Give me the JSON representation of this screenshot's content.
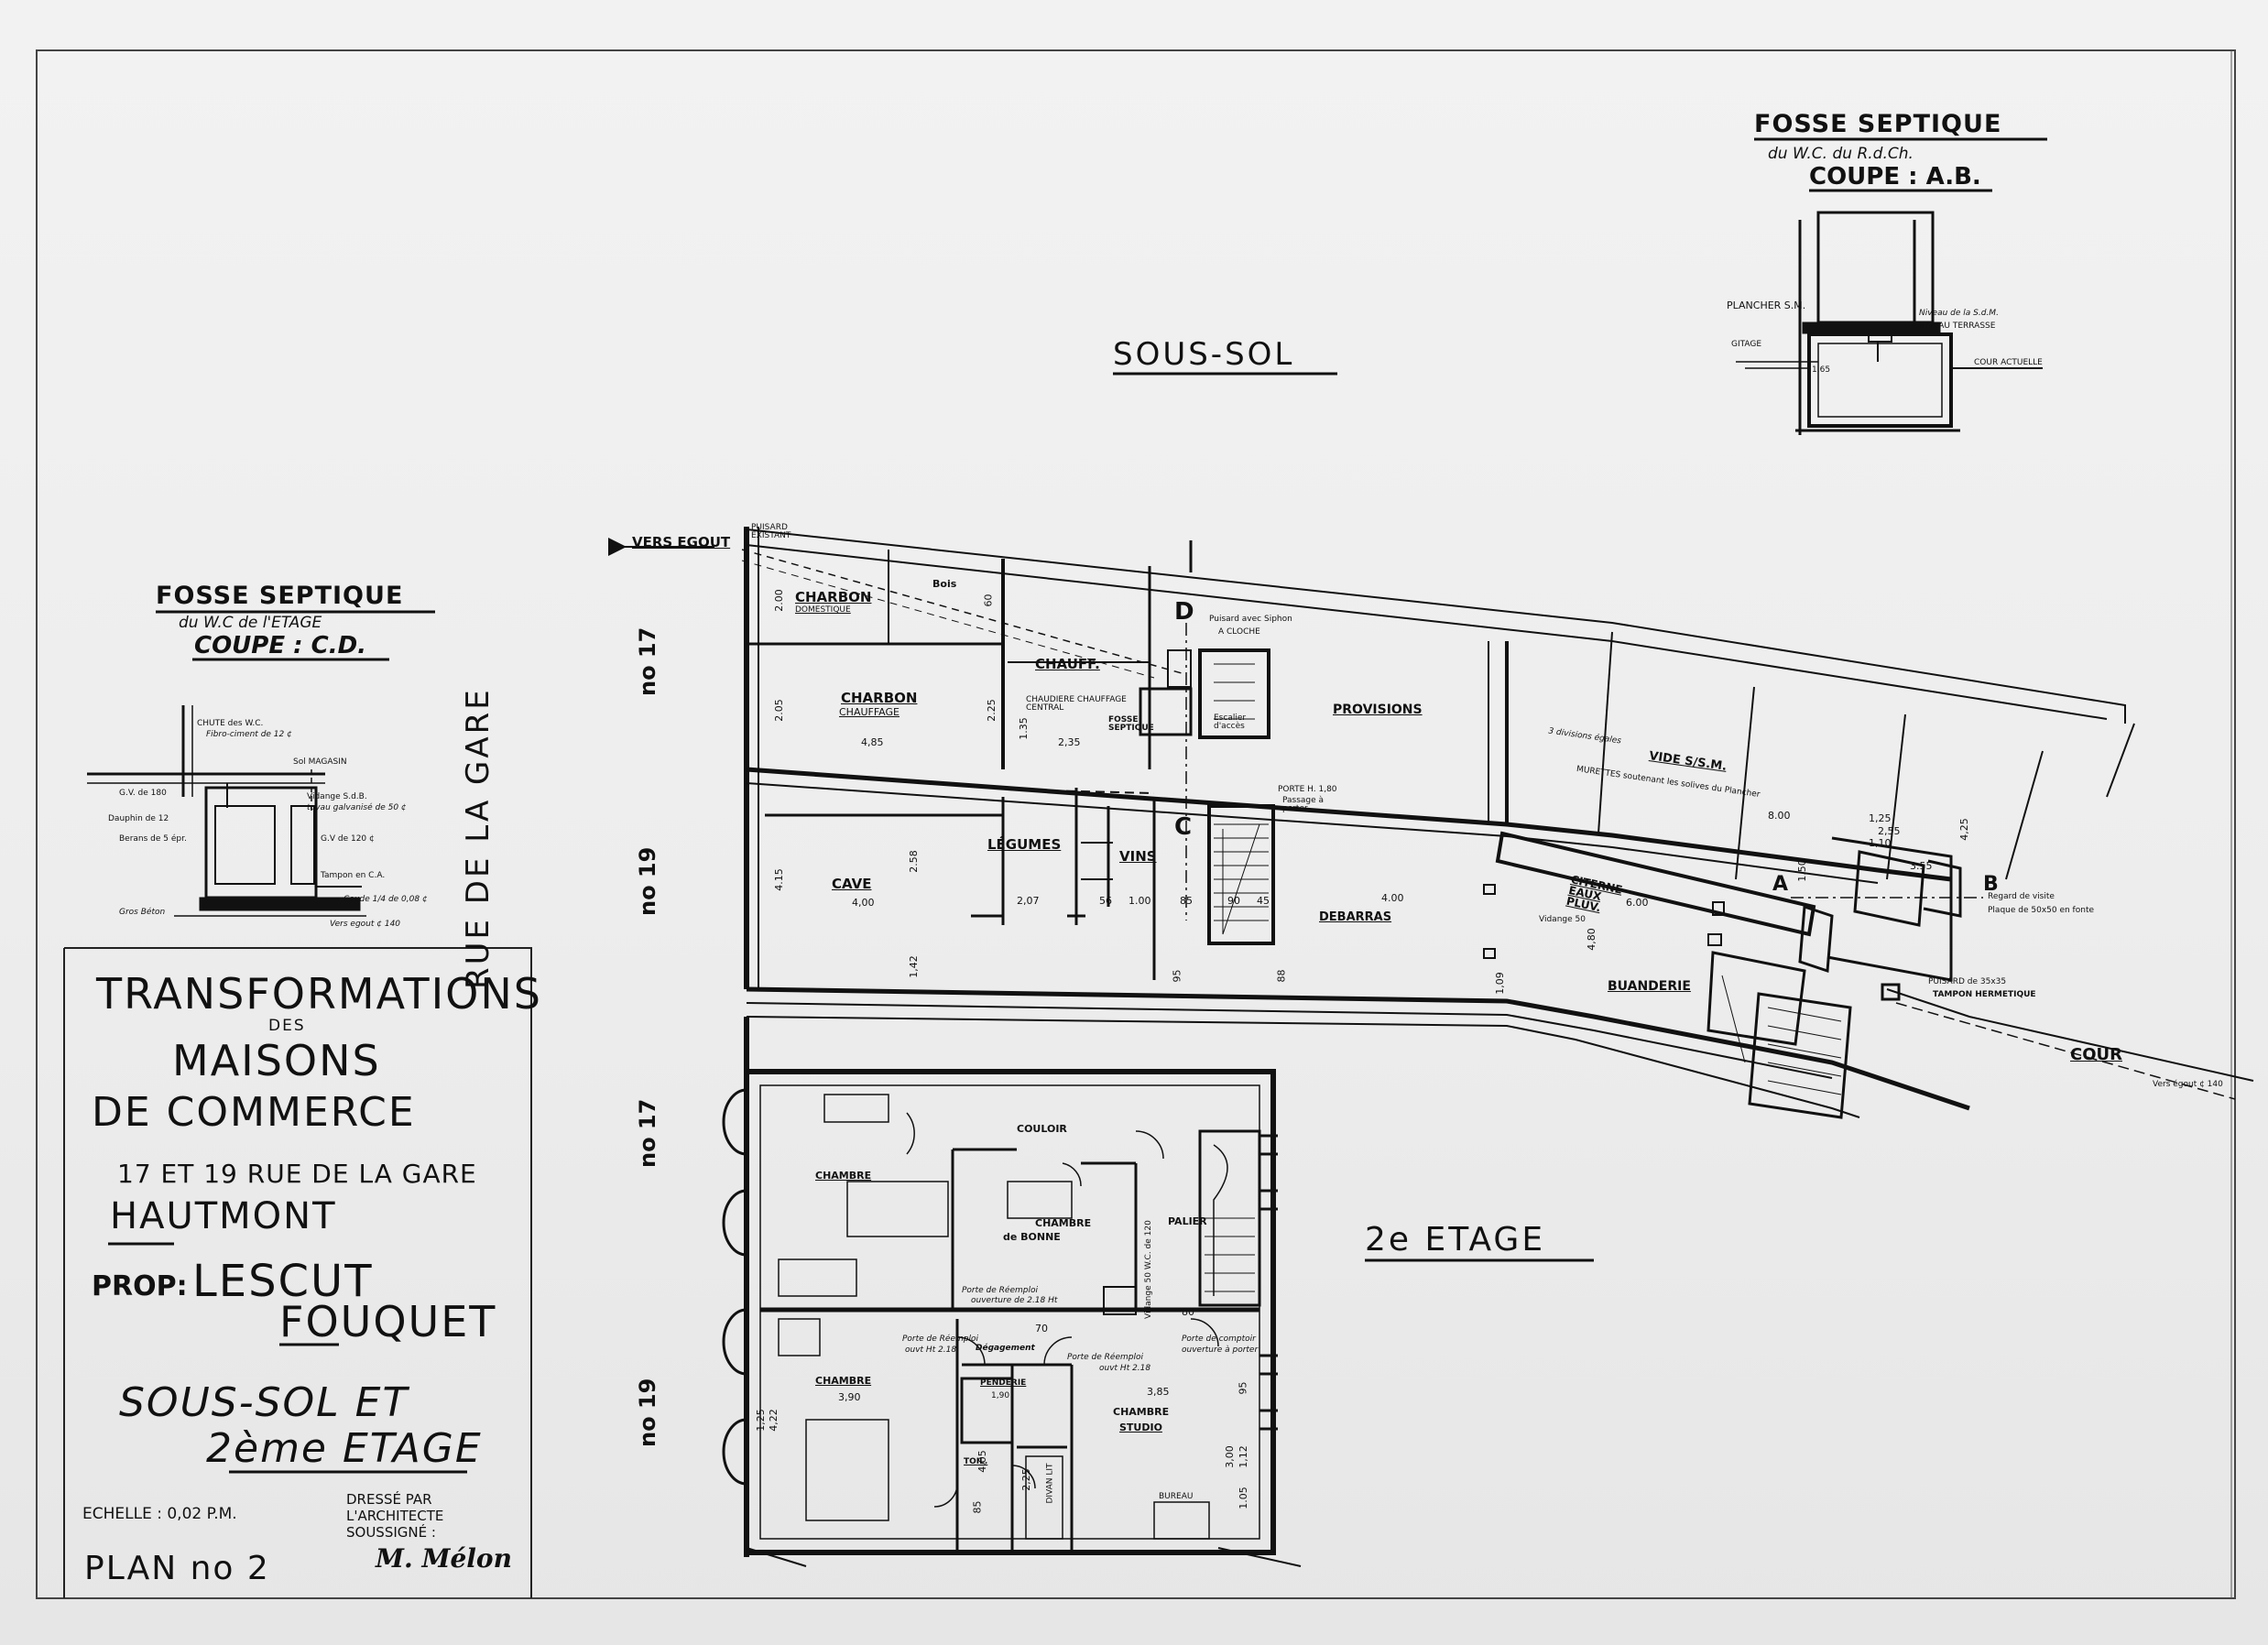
{
  "title_block": {
    "line1": "TRANSFORMATIONS",
    "line2": "DES",
    "line3": "MAISONS",
    "line4": "DE COMMERCE",
    "address": "17 ET 19 RUE DE LA GARE",
    "city": "HAUTMONT",
    "prop_label": "PROP:",
    "owner1": "LESCUT",
    "owner2": "FOUQUET",
    "sheet_title1": "SOUS-SOL ET",
    "sheet_title2": "2ème ETAGE",
    "scale": "ECHELLE : 0,02 P.M.",
    "drawn_by1": "DRESSÉ PAR",
    "drawn_by2": "L'ARCHITECTE",
    "drawn_by3": "SOUSSIGNÉ :",
    "signature": "M. Mélon",
    "plan_no": "PLAN no 2"
  },
  "sections": {
    "sous_sol": "SOUS-SOL",
    "etage": "2e ETAGE"
  },
  "street": {
    "name": "RUE DE LA GARE",
    "no17_a": "no 17",
    "no19_a": "no 19",
    "no17_b": "no 17",
    "no19_b": "no 19",
    "egout": "VERS EGOUT",
    "puisard": "PUISARD EXISTANT",
    "cour": "COUR"
  },
  "fosse_ab": {
    "title": "FOSSE SEPTIQUE",
    "sub": "du W.C. du R.d.Ch.",
    "coupe": "COUPE : A.B.",
    "plancher": "PLANCHER S.M.",
    "niveau": "Niveau de la S.d.M.",
    "terrasse": "NIVEAU TERRASSE",
    "gitage": "GITAGE",
    "cour": "COUR ACTUELLE",
    "dim": "1.65"
  },
  "fosse_cd": {
    "title": "FOSSE SEPTIQUE",
    "sub": "du W.C de l'ETAGE",
    "coupe": "COUPE : C.D.",
    "chute": "CHUTE des W.C.",
    "chute2": "Fibro-ciment de 12 ¢",
    "sol": "Sol MAGASIN",
    "gv": "G.V. de 180",
    "vidange": "Vidange S.d.B.",
    "tuyau": "tuyau galvanisé de 50 ¢",
    "dauphin": "Dauphin de 12",
    "berans": "Berans de 5 épr.",
    "gv2": "G.V de 120 ¢",
    "tampon": "Tampon en C.A.",
    "coude": "Coude 1/4 de 0,08 ¢",
    "egout": "Vers egout ¢ 140",
    "beton": "Gros Béton"
  },
  "rooms_ss": {
    "charbon_dom": "CHARBON",
    "charbon_dom2": "DOMESTIQUE",
    "bois": "Bois",
    "charbon_ch": "CHARBON",
    "charbon_ch2": "CHAUFFAGE",
    "chauff": "CHAUFF.",
    "chaudiere": "CHAUDIERE CHAUFFAGE CENTRAL",
    "fosse": "FOSSE SEPTIQUE",
    "escalier": "Escalier d'accès",
    "provisions": "PROVISIONS",
    "cave": "CAVE",
    "legumes": "LÉGUMES",
    "vins": "VINS",
    "debarras": "DEBARRAS",
    "divisions": "3 divisions égales",
    "vide": "VIDE S/S.M.",
    "murettes": "MURETTES soutenant les solives du Plancher",
    "citerne": "CITERNE EAUX PLUV.",
    "buanderie": "BUANDERIE",
    "puisard_siphon": "Puisard avec Siphon",
    "a_cloche": "A CLOCHE",
    "porte": "PORTE H. 1,80",
    "passage": "Passage à porter",
    "regard": "Regard de visite",
    "plaque": "Plaque de 50x50 en fonte",
    "puisard2": "PUISARD de 35x35",
    "tampon": "TAMPON HERMETIQUE",
    "vidange": "Vidange 50",
    "vers_egout": "Vers égout ¢ 140",
    "d_label": "D",
    "c_label": "C",
    "a_label": "A",
    "b_label": "B"
  },
  "dims_ss": {
    "d200": "2.00",
    "d205": "2.05",
    "d225": "2.25",
    "d135": "1.35",
    "d485": "4,85",
    "d235": "2,35",
    "d400": "4,00",
    "d207": "2,07",
    "d100": "1.00",
    "d400b": "4.00",
    "d415": "4.15",
    "d258": "2.58",
    "d142": "1,42",
    "d600": "6.00",
    "d800": "8.00",
    "d125": "1,25",
    "d255": "2,55",
    "d110": "1,10",
    "d425": "4,25",
    "d95": "95",
    "d88": "88",
    "d90": "90",
    "d56": "56",
    "d85": "85",
    "d60": "60",
    "d45": "45",
    "d109": "1,09",
    "d480": "4,80",
    "d355": "3.55",
    "d150": "1.50"
  },
  "rooms_et": {
    "couloir": "COULOIR",
    "chambre1": "CHAMBRE",
    "chambre_bonne": "CHAMBRE",
    "chambre_bonne2": "de BONNE",
    "palier": "PALIER",
    "chambre2": "CHAMBRE",
    "chambre2_dim": "3,90",
    "degagement": "Dégagement",
    "penderie": "PENDERIE",
    "penderie_dim": "1,90",
    "chambre3": "CHAMBRE",
    "studio": "STUDIO",
    "studio_dim": "3,85",
    "toil": "TOIL.",
    "divan": "DIVAN LIT",
    "bureau": "BUREAU",
    "porte1": "Porte de Réemploi",
    "porte1b": "ouverture de 2.18 Ht",
    "porte2": "Porte de Réemploi",
    "porte2b": "ouvt Ht 2.18",
    "porte3": "Porte de Réemploi",
    "porte3b": "ouvt Ht 2.18",
    "porte4": "Porte de comptoir",
    "porte4b": "ouverture à porter",
    "vidange_wc": "Vidange 50 W.C. de 120",
    "d125": "1,25",
    "d422": "4,22",
    "d405": "4,05",
    "d225": "2,25",
    "d300": "3,00",
    "d112": "1,12",
    "d105": "1.05",
    "d95": "95",
    "d85": "85",
    "d80": "80",
    "d70": "70"
  }
}
